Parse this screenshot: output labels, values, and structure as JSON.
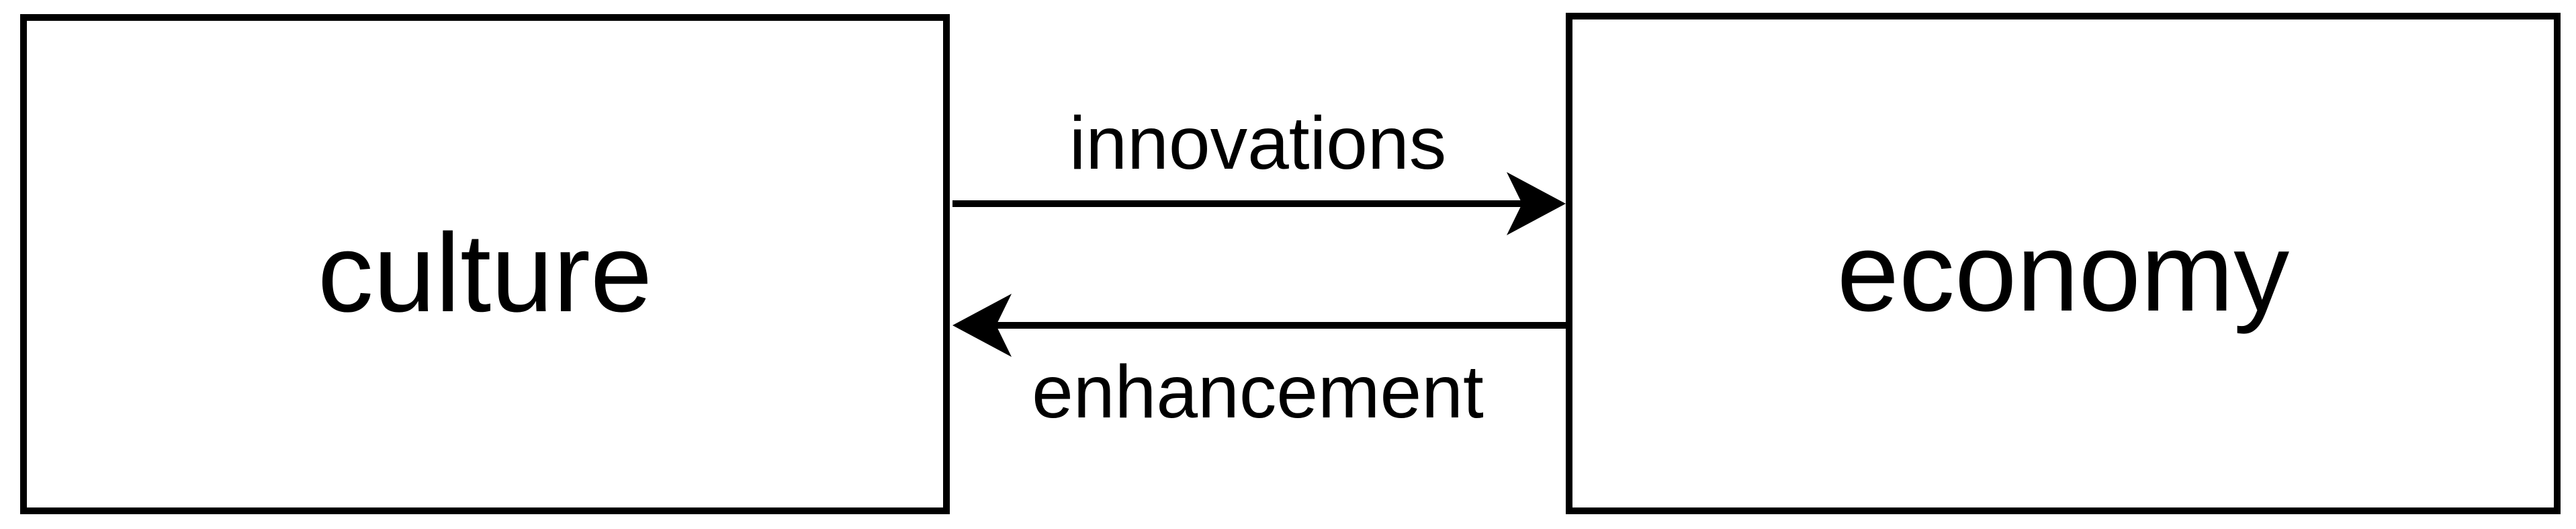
{
  "diagram": {
    "background_color": "#ffffff",
    "line_color": "#000000",
    "nodes": [
      {
        "id": "culture",
        "label": "culture"
      },
      {
        "id": "economy",
        "label": "economy"
      }
    ],
    "edges": [
      {
        "from": "culture",
        "to": "economy",
        "direction": "left-to-right",
        "label": "innovations"
      },
      {
        "from": "economy",
        "to": "culture",
        "direction": "right-to-left",
        "label": "enhancement"
      }
    ]
  }
}
